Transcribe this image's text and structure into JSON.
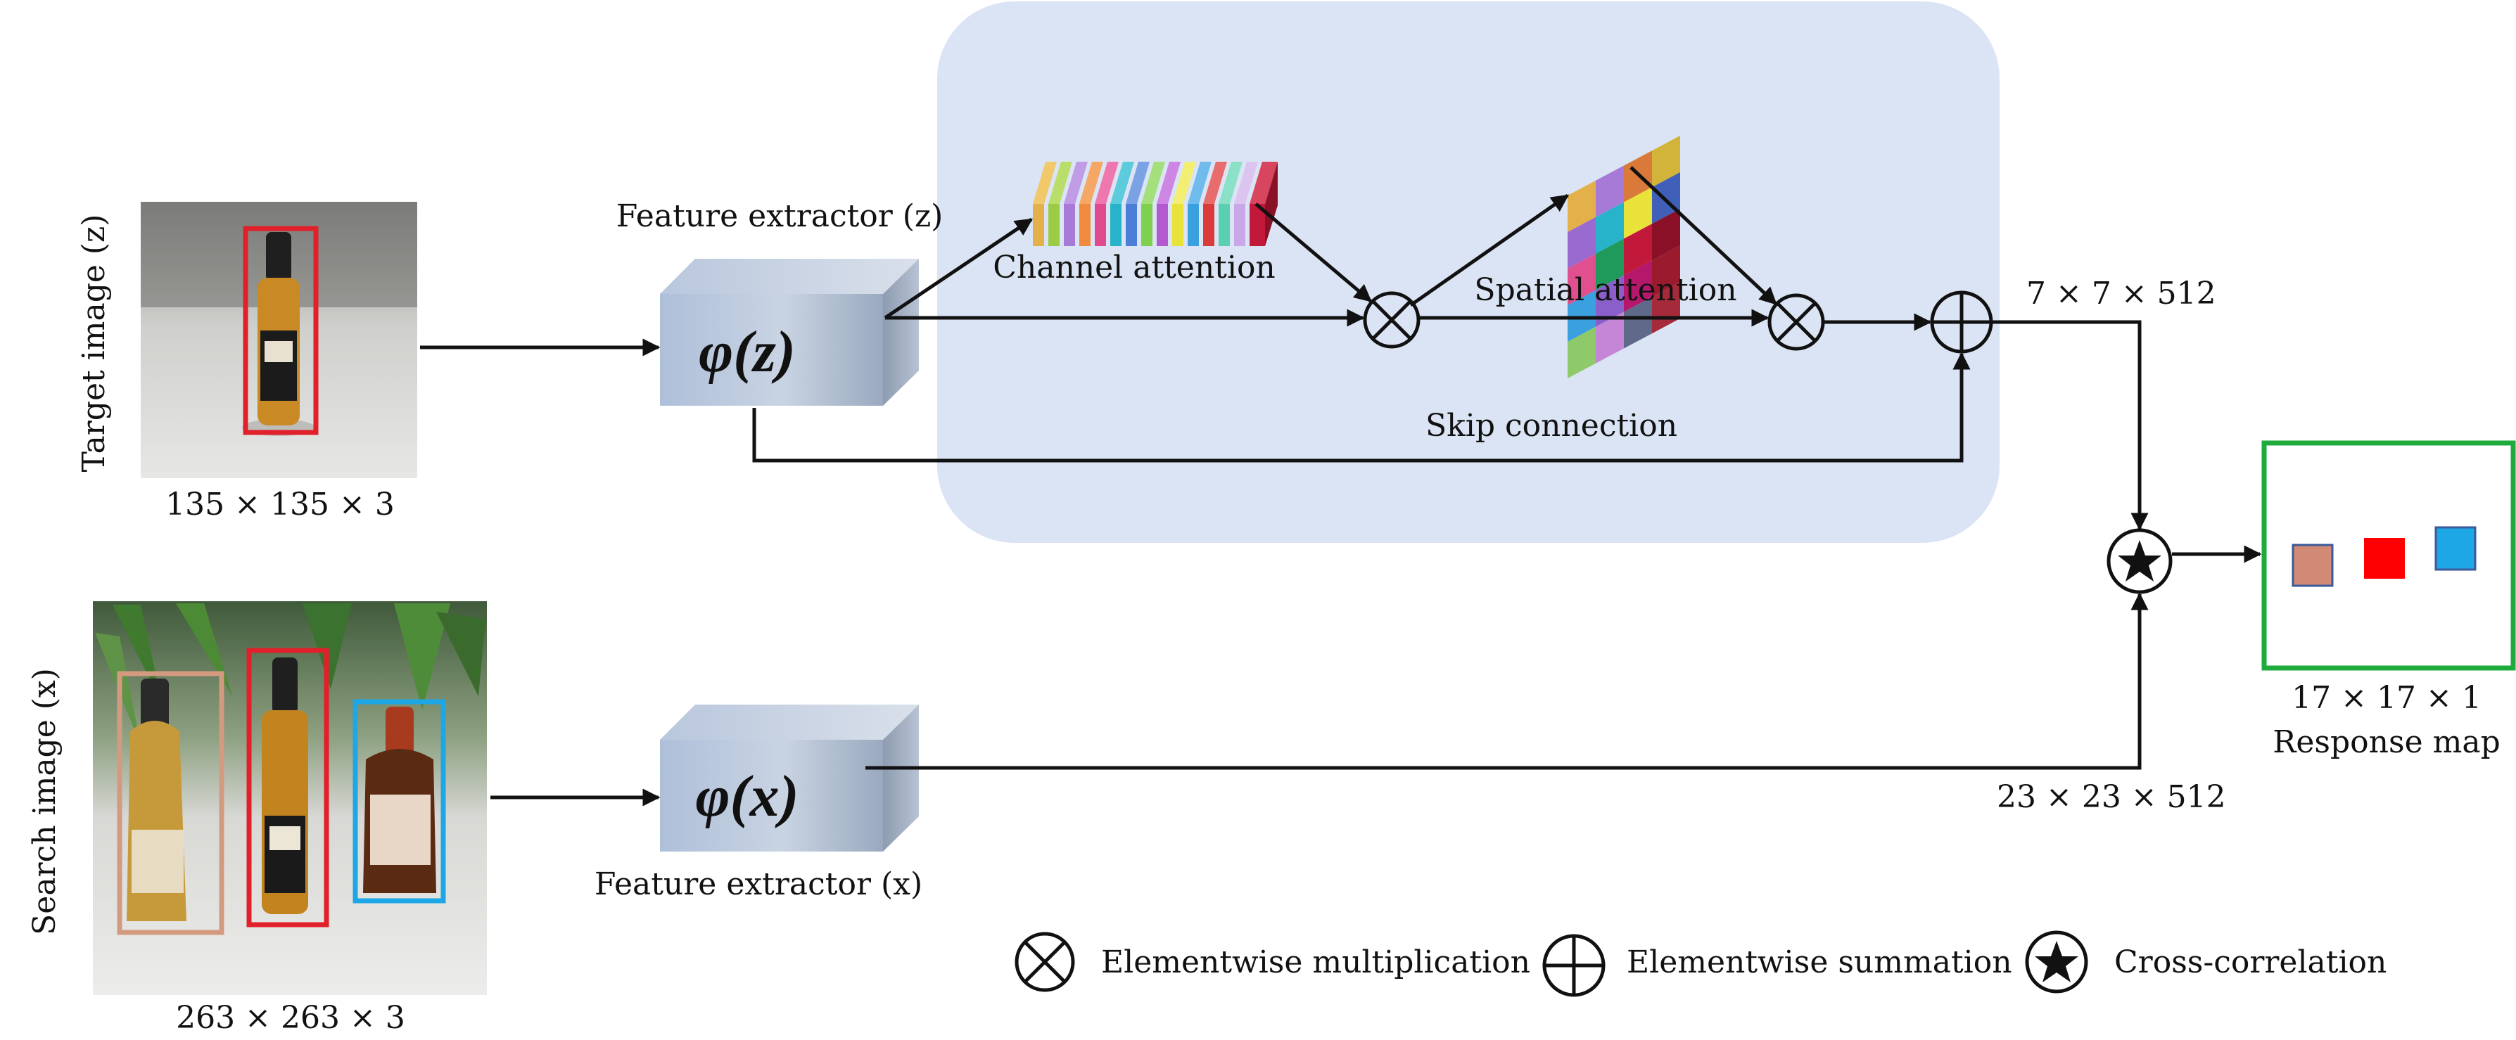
{
  "target": {
    "axis_label": "Target image (z)",
    "size_label": "135 × 135 × 3"
  },
  "search": {
    "axis_label": "Search image (x)",
    "size_label": "263 × 263 × 3"
  },
  "extractor_z": {
    "title": "Feature extractor (z)",
    "symbol": "φ(z)"
  },
  "extractor_x": {
    "title": "Feature extractor (x)",
    "symbol": "φ(x)"
  },
  "attention": {
    "channel_label": "Channel attention",
    "spatial_label": "Spatial attention",
    "skip_label": "Skip connection"
  },
  "dims": {
    "template_features": "7 × 7 × 512",
    "search_features": "23 × 23 × 512"
  },
  "response": {
    "size_label": "17 × 17 × 1",
    "name_label": "Response map",
    "square_colors": [
      "#d08a75",
      "#ff0000",
      "#1ea7e6"
    ]
  },
  "legend": {
    "multiplication": "Elementwise multiplication",
    "summation": "Elementwise summation",
    "correlation": "Cross-correlation"
  },
  "colors": {
    "attention_panel": "#dbe4f4",
    "bottle_box_red": "#e0202a",
    "bottle_box_tan": "#d49a80",
    "bottle_box_blue": "#1ea7e6",
    "response_border": "#1faa3c"
  }
}
